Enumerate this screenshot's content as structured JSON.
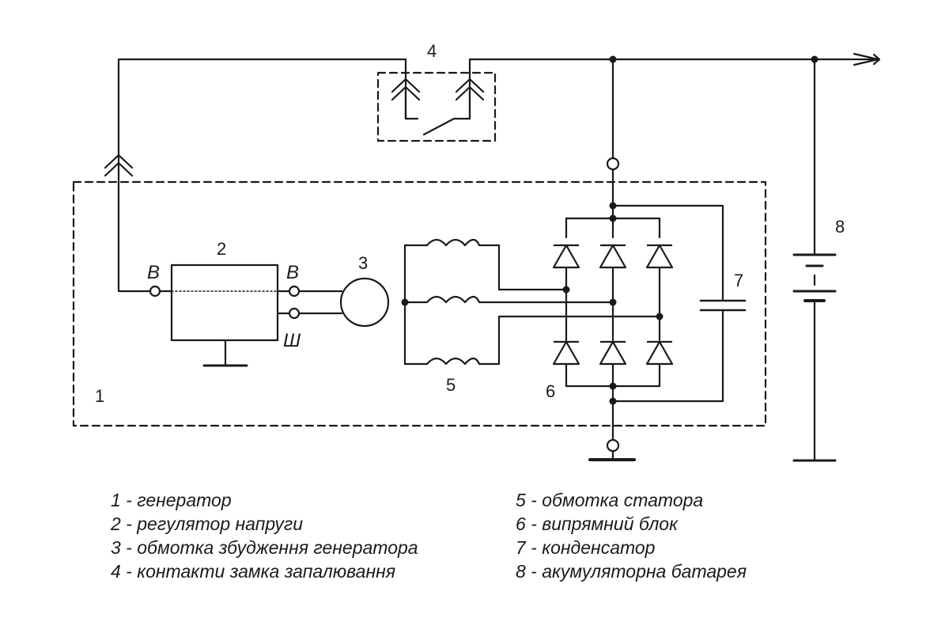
{
  "components": {
    "generator": "1",
    "regulator": "2",
    "excitation_winding": "3",
    "ignition_contacts": "4",
    "stator_winding": "5",
    "rectifier": "6",
    "capacitor": "7",
    "battery": "8"
  },
  "pins": {
    "generator_b": "В",
    "regulator_b": "В",
    "regulator_sh": "Ш"
  },
  "legend": {
    "left": [
      "1 - генератор",
      "2 - регулятор напруги",
      "3 - обмотка збудження генератора",
      "4 - контакти замка запалювання"
    ],
    "right": [
      "5 - обмотка статора",
      "6 - випрямний блок",
      "7 - конденсатор",
      "8 - акумуляторна батарея"
    ]
  }
}
